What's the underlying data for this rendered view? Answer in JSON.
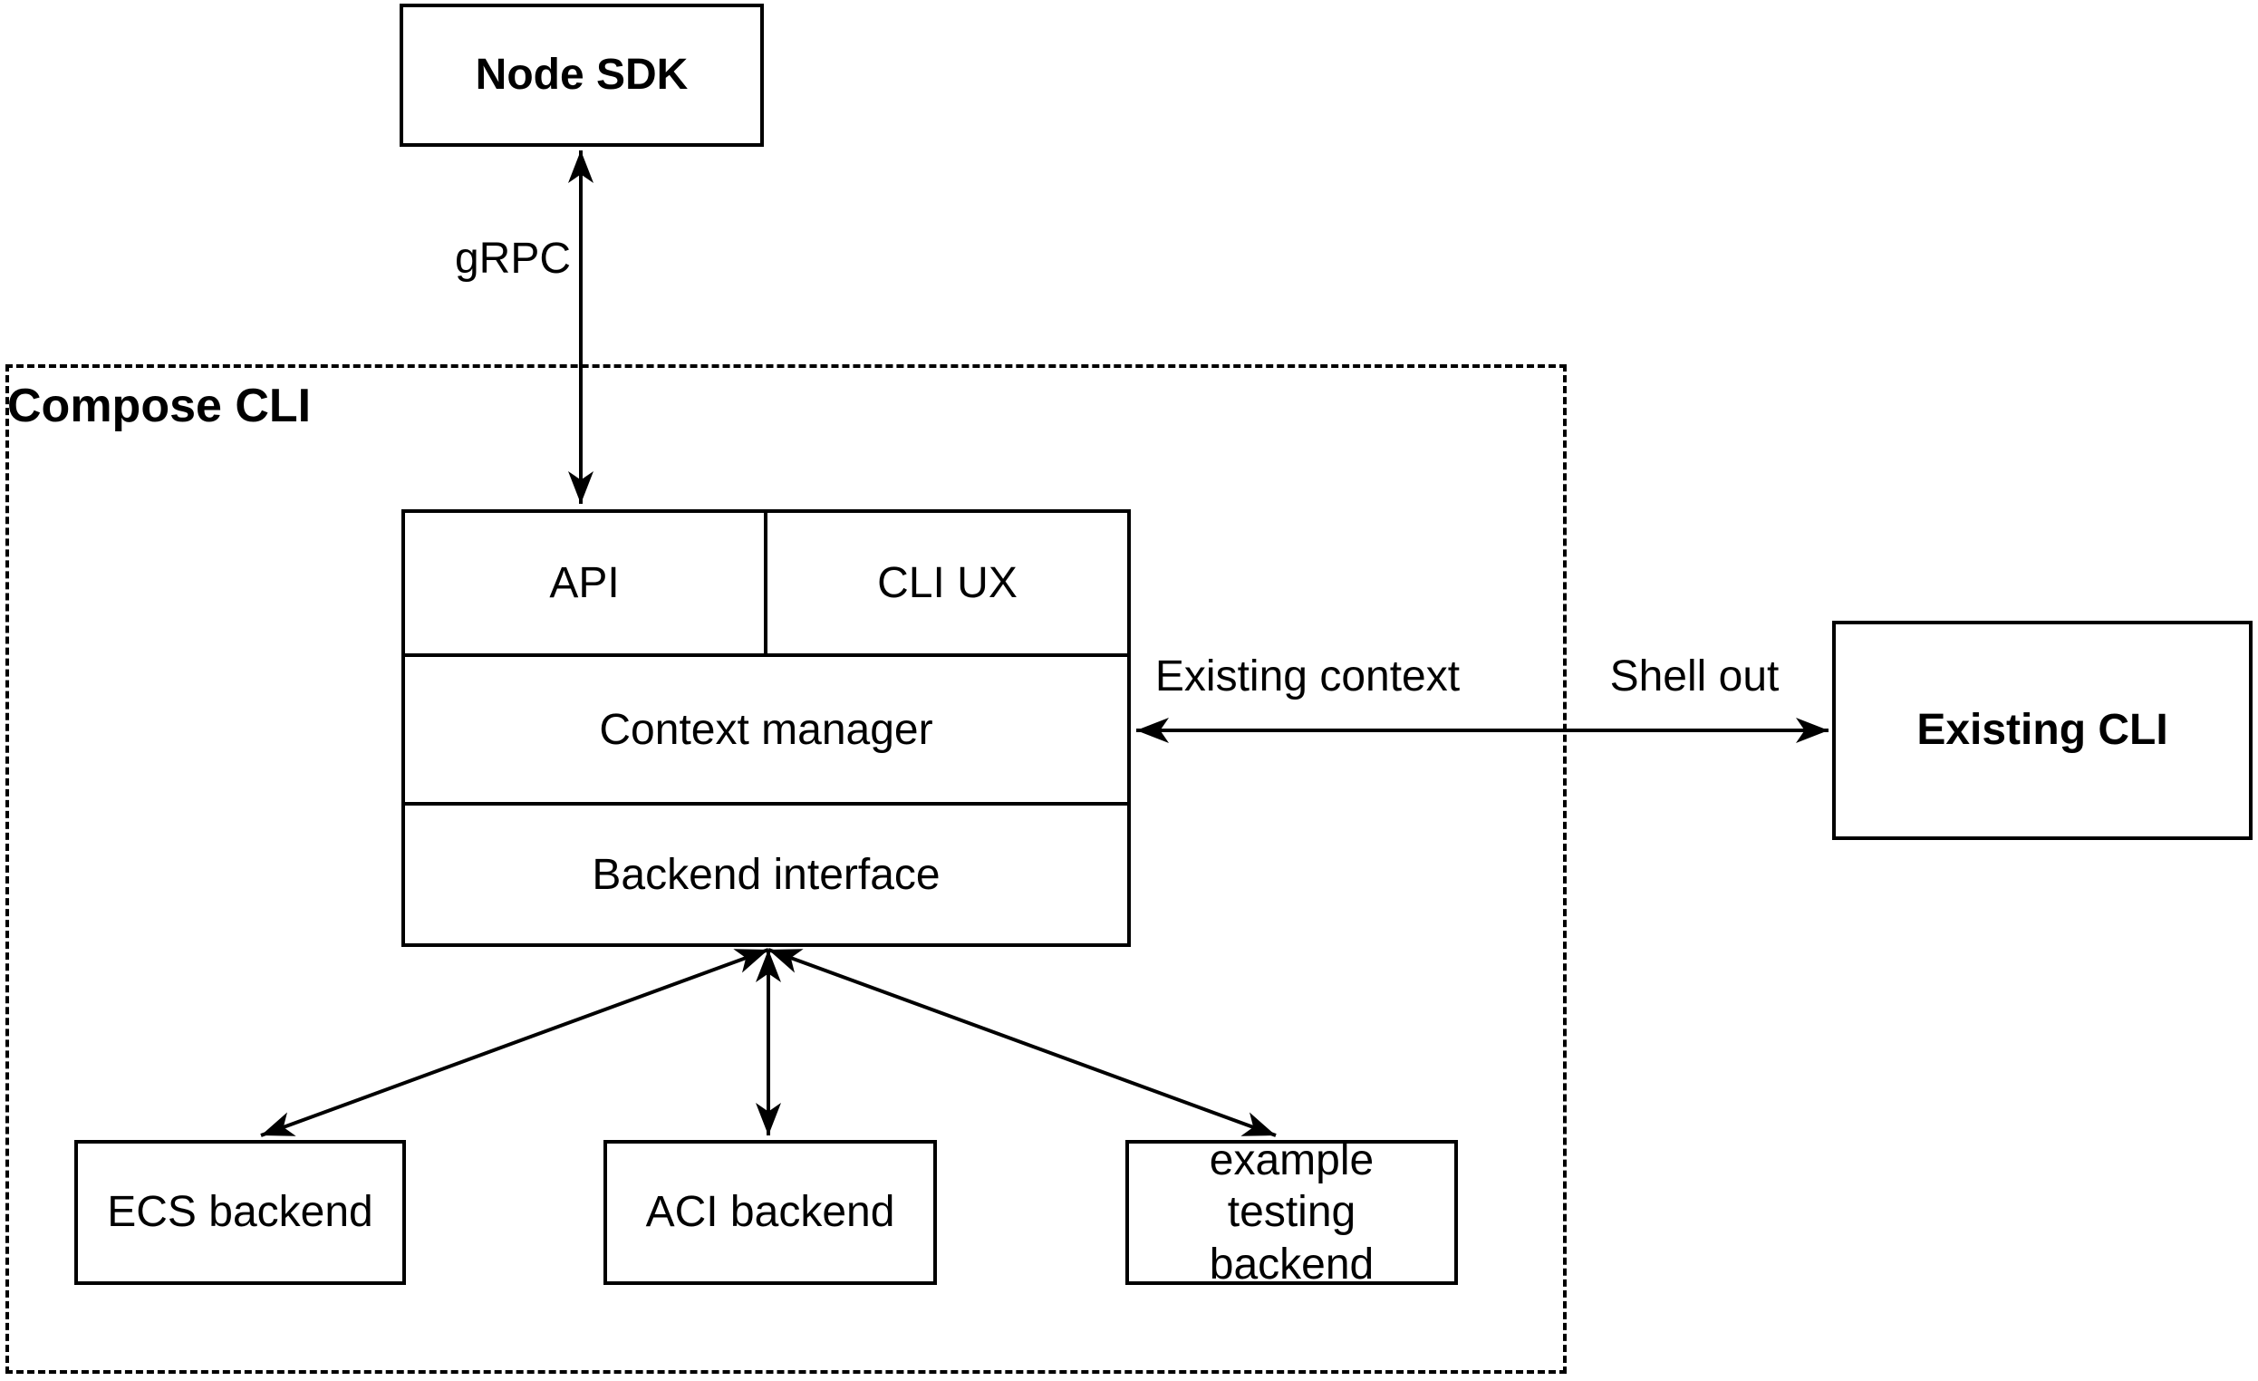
{
  "diagram": {
    "background_color": "#ffffff",
    "stroke_color": "#000000",
    "text_color": "#000000",
    "nodes": {
      "node_sdk": {
        "label": "Node SDK",
        "bold": true
      },
      "compose_cli_group": {
        "label": "Compose CLI",
        "bold": true,
        "shape": "dashed-container"
      },
      "api": {
        "label": "API"
      },
      "cli_ux": {
        "label": "CLI UX"
      },
      "context_manager": {
        "label": "Context manager"
      },
      "backend_interface": {
        "label": "Backend interface"
      },
      "existing_cli": {
        "label": "Existing CLI",
        "bold": true
      },
      "ecs_backend": {
        "label": "ECS backend"
      },
      "aci_backend": {
        "label": "ACI backend"
      },
      "example_testing_backend": {
        "label": "example testing backend"
      }
    },
    "edge_labels": {
      "grpc": "gRPC",
      "existing_context": "Existing context",
      "shell_out": "Shell out"
    },
    "edges": [
      {
        "from": "node_sdk",
        "to": "api",
        "label": "gRPC",
        "direction": "bidirectional"
      },
      {
        "from": "context_manager",
        "to": "existing_cli",
        "labels": [
          "Existing context",
          "Shell out"
        ],
        "direction": "bidirectional"
      },
      {
        "from": "backend_interface",
        "to": "ecs_backend",
        "direction": "bidirectional"
      },
      {
        "from": "backend_interface",
        "to": "aci_backend",
        "direction": "bidirectional"
      },
      {
        "from": "backend_interface",
        "to": "example_testing_backend",
        "direction": "bidirectional"
      }
    ]
  }
}
